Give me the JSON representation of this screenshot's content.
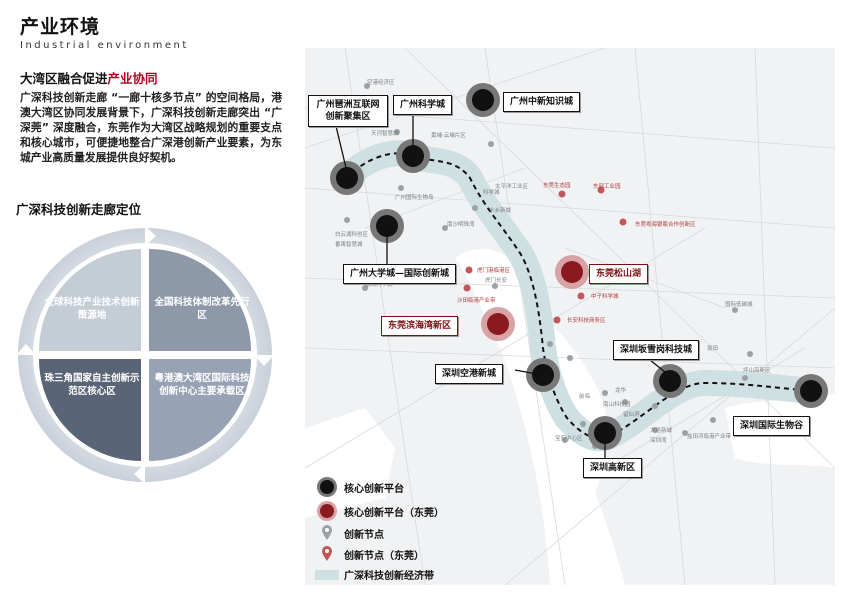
{
  "header": {
    "title": "产业环境",
    "subtitle": "Industrial environment"
  },
  "intro": {
    "heading_prefix": "大湾区融合促进",
    "heading_highlight": "产业协同",
    "paragraph": "广深科技创新走廊 “一廊十核多节点” 的空间格局，港澳大湾区协同发展背景下，广深科技创新走廊突出 “广深莞” 深度融合，东莞作为大湾区战略规划的重要支点和核心城市，可便捷地整合广深港创新产业要素，为东城产业高质量发展提供良好契机。"
  },
  "positioning": {
    "title": "广深科技创新走廊定位",
    "quadrants": [
      {
        "label": "全球科技产业技术创新策源地",
        "color": "#c4ccd6"
      },
      {
        "label": "全国科技体制改革先行区",
        "color": "#8d98a8"
      },
      {
        "label": "珠三角国家自主创新示范区核心区",
        "color": "#5a6477"
      },
      {
        "label": "粤港澳大湾区国际科技创新中心主要承载区",
        "color": "#97a3b4"
      }
    ]
  },
  "map": {
    "core_platforms": [
      {
        "name": "广州中新知识城"
      },
      {
        "name": "广州科学城"
      },
      {
        "name": "广州琶洲互联网创新聚集区"
      },
      {
        "name": "广州大学城—国际创新城"
      },
      {
        "name": "深圳空港新城"
      },
      {
        "name": "深圳坂雪岗科技城"
      },
      {
        "name": "深圳国际生物谷"
      },
      {
        "name": "深圳高新区"
      }
    ],
    "dongguan_platforms": [
      {
        "name": "东莞松山湖"
      },
      {
        "name": "东莞滨海湾新区"
      }
    ],
    "innovation_nodes": [
      "空港经济区",
      "天河智慧城",
      "黄埔·云埔片区",
      "广州国际生物岛",
      "白云湖科创区",
      "番禺智慧城",
      "番禺大学城",
      "南沙明珠湾",
      "科学城",
      "太平洋工业区",
      "水乡新城",
      "虎门长安",
      "坂田",
      "国际低碳城",
      "坪山高新区",
      "龙华",
      "前海",
      "南山科技园",
      "留仙洞",
      "宝安中心区",
      "深圳湾",
      "大运新城",
      "盐田河临港产业带"
    ],
    "dongguan_nodes": [
      "东莞生态园",
      "东部工业园",
      "东莞粤海银瓶合作创新区",
      "虎门港临港区",
      "沙田临港产业带",
      "中子科学城",
      "长安科技商务区"
    ],
    "colors": {
      "core": "#111111",
      "dongguan": "#8a1a1f",
      "corridor": "#cfe0e2"
    }
  },
  "legend": {
    "core": "核心创新平台",
    "core_dongguan": "核心创新平台（东莞）",
    "node": "创新节点",
    "node_dongguan": "创新节点（东莞）",
    "corridor": "广深科技创新经济带"
  }
}
